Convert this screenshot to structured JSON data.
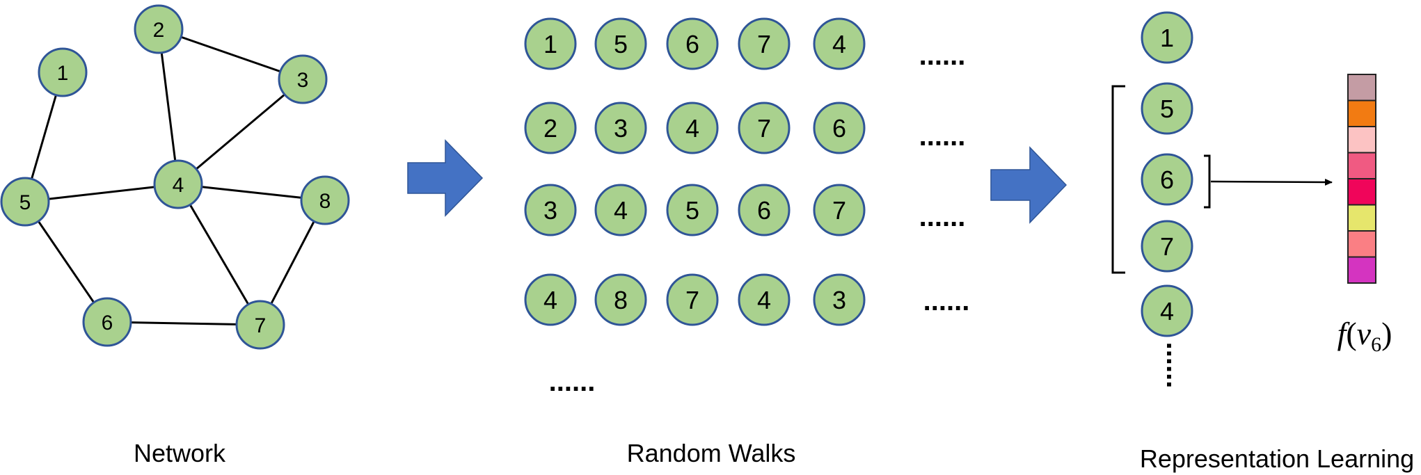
{
  "network": {
    "caption": "Network",
    "nodes": [
      "1",
      "2",
      "3",
      "4",
      "5",
      "6",
      "7",
      "8"
    ],
    "edges": [
      [
        "1",
        "5"
      ],
      [
        "2",
        "3"
      ],
      [
        "2",
        "4"
      ],
      [
        "3",
        "4"
      ],
      [
        "4",
        "5"
      ],
      [
        "4",
        "8"
      ],
      [
        "4",
        "7"
      ],
      [
        "5",
        "6"
      ],
      [
        "6",
        "7"
      ],
      [
        "7",
        "8"
      ]
    ]
  },
  "random_walks": {
    "caption": "Random Walks",
    "walks": [
      [
        "1",
        "5",
        "6",
        "7",
        "4"
      ],
      [
        "2",
        "3",
        "4",
        "7",
        "6"
      ],
      [
        "3",
        "4",
        "5",
        "6",
        "7"
      ],
      [
        "4",
        "8",
        "7",
        "4",
        "3"
      ]
    ],
    "row_ellipsis": "......",
    "more_ellipsis": "......"
  },
  "representation_learning": {
    "caption": "Representation Learning",
    "sequence": [
      "1",
      "5",
      "6",
      "7",
      "4"
    ],
    "window": [
      "5",
      "6",
      "7"
    ],
    "target": "6",
    "embedding_label": "f(v6)",
    "embedding_label_parts": {
      "func": "f",
      "var": "v",
      "subscript": "6"
    },
    "embedding_colors": [
      "#c49ca4",
      "#f27b12",
      "#fcc3c3",
      "#f05a82",
      "#f0055a",
      "#e6e66c",
      "#fa7f84",
      "#d434c0"
    ],
    "vertical_ellipsis": "......"
  },
  "colors": {
    "node_fill": "#a9d18e",
    "node_stroke": "#2f5597",
    "arrow_fill": "#4472c4",
    "edge": "#000000"
  },
  "icons": [
    "right-arrow-icon",
    "right-arrow-icon"
  ]
}
